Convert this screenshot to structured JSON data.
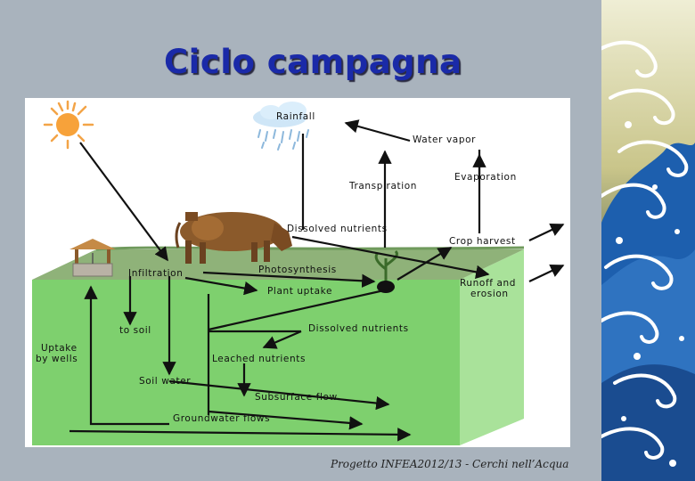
{
  "slide": {
    "title": "Ciclo campagna",
    "footer": "Progetto INFEA2012/13 - Cerchi nell’Acqua"
  },
  "diagram": {
    "labels": {
      "rainfall": "Rainfall",
      "water_vapor": "Water vapor",
      "transpiration": "Transpiration",
      "evaporation": "Evaporation",
      "dissolved_nutrients_top": "Dissolved nutrients",
      "crop_harvest": "Crop harvest",
      "infiltration": "Infiltration",
      "photosynthesis": "Photosynthesis",
      "runoff_and": "Runoff and",
      "erosion": "erosion",
      "plant_uptake": "Plant uptake",
      "to_soil": "to soil",
      "dissolved_nutrients_ground": "Dissolved nutrients",
      "uptake": "Uptake",
      "by_wells": "by wells",
      "leached_nutrients": "Leached nutrients",
      "soil_water": "Soil water",
      "subsurface_flow": "Subsurface flow",
      "groundwater_flows": "Groundwater flows"
    },
    "colors": {
      "ground_front": "#7ed06e",
      "ground_side": "#a9e29a",
      "ground_top": "#8fb279",
      "arrows": "#111111"
    },
    "icons": [
      "sun-icon",
      "rain-cloud-icon",
      "cow-icon",
      "well-icon",
      "plant-icon"
    ]
  },
  "decor": {
    "panel": "wave-panel"
  }
}
